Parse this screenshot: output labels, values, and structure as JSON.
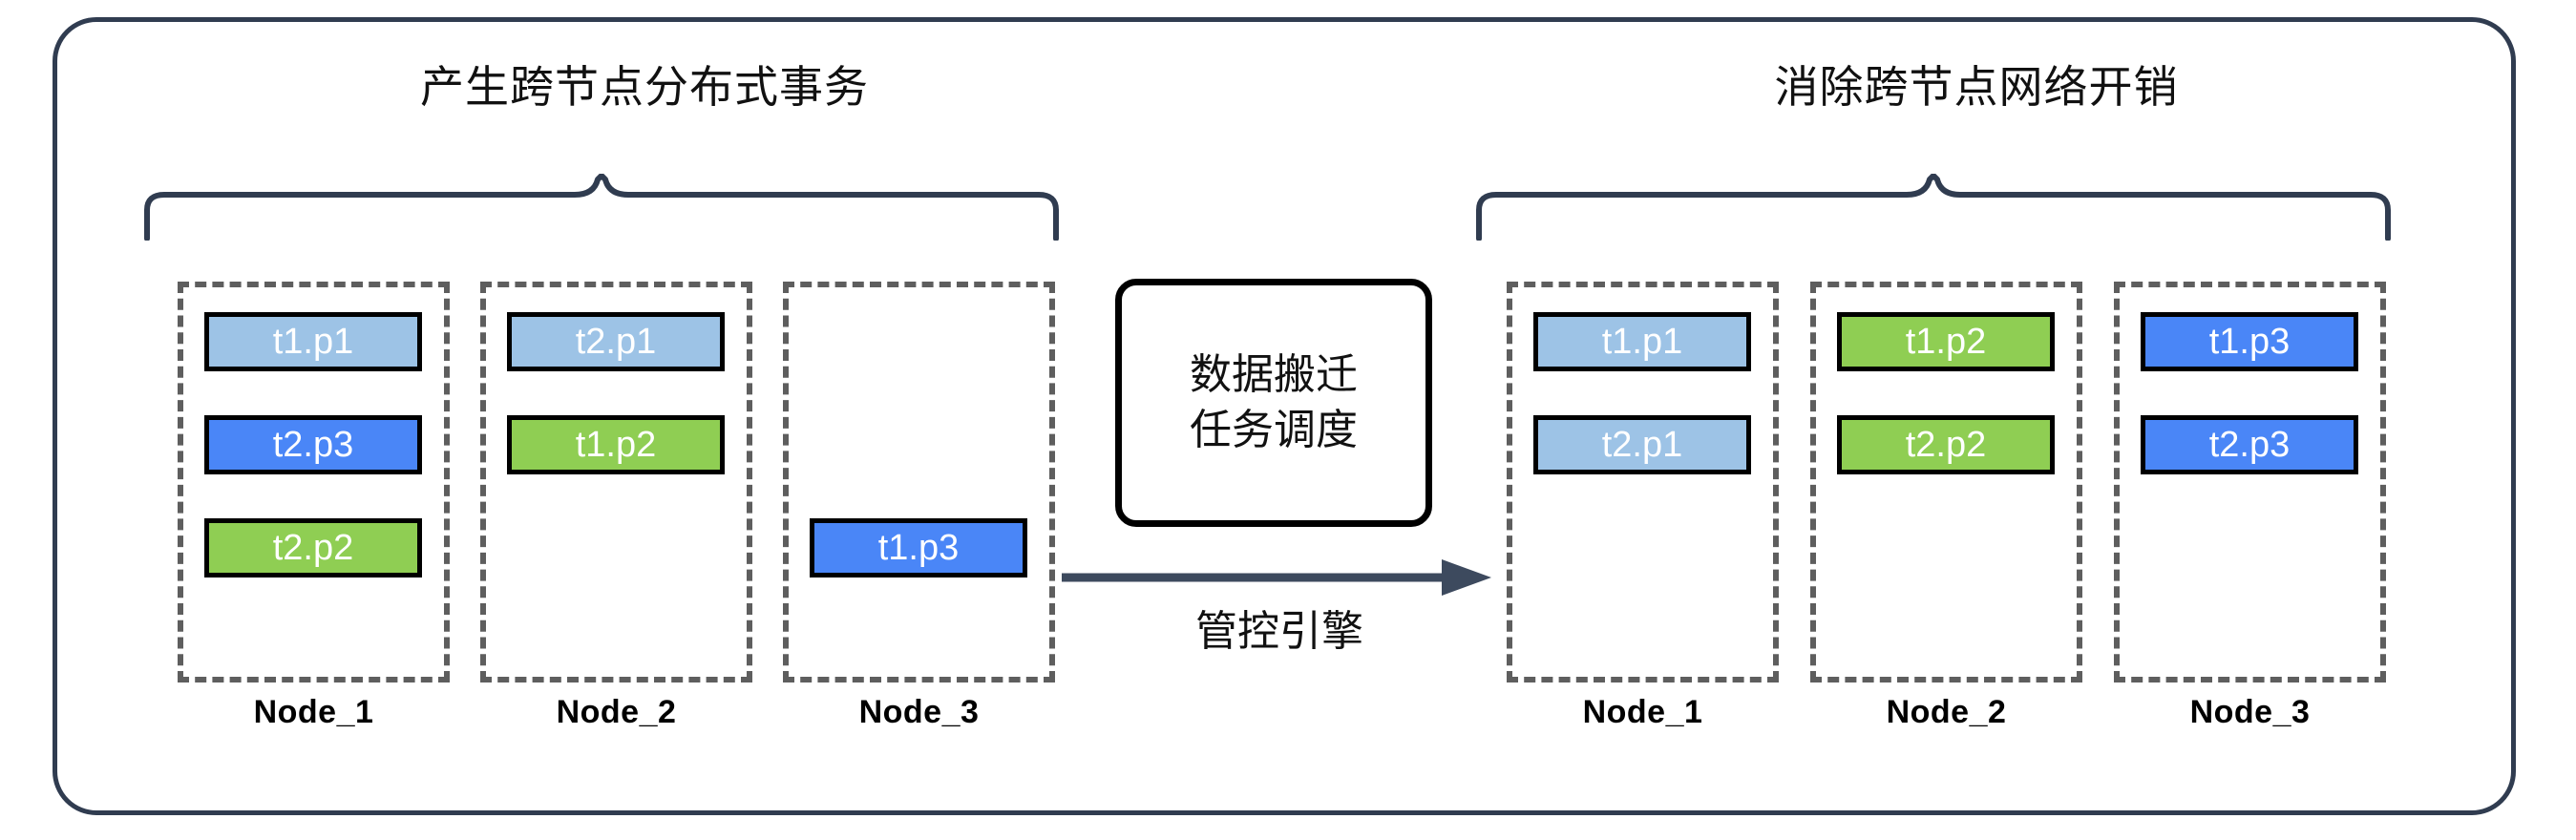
{
  "diagram": {
    "left_section": {
      "title": "产生跨节点分布式事务",
      "nodes": [
        {
          "label": "Node_1",
          "chips": [
            {
              "text": "t1.p1",
              "color": "#9dc3e6",
              "slot": 0
            },
            {
              "text": "t2.p3",
              "color": "#4a86f7",
              "slot": 1
            },
            {
              "text": "t2.p2",
              "color": "#8fce53",
              "slot": 2
            }
          ]
        },
        {
          "label": "Node_2",
          "chips": [
            {
              "text": "t2.p1",
              "color": "#9dc3e6",
              "slot": 0
            },
            {
              "text": "t1.p2",
              "color": "#8fce53",
              "slot": 1
            }
          ]
        },
        {
          "label": "Node_3",
          "chips": [
            {
              "text": "t1.p3",
              "color": "#4a86f7",
              "slot": 2
            }
          ]
        }
      ]
    },
    "right_section": {
      "title": "消除跨节点网络开销",
      "nodes": [
        {
          "label": "Node_1",
          "chips": [
            {
              "text": "t1.p1",
              "color": "#9dc3e6",
              "slot": 0
            },
            {
              "text": "t2.p1",
              "color": "#9dc3e6",
              "slot": 1
            }
          ]
        },
        {
          "label": "Node_2",
          "chips": [
            {
              "text": "t1.p2",
              "color": "#8fce53",
              "slot": 0
            },
            {
              "text": "t2.p2",
              "color": "#8fce53",
              "slot": 1
            }
          ]
        },
        {
          "label": "Node_3",
          "chips": [
            {
              "text": "t1.p3",
              "color": "#4a86f7",
              "slot": 0
            },
            {
              "text": "t2.p3",
              "color": "#4a86f7",
              "slot": 1
            }
          ]
        }
      ]
    },
    "engine": {
      "line1": "数据搬迁",
      "line2": "任务调度"
    },
    "arrow": {
      "label": "管控引擎"
    },
    "colors": {
      "frame": "#303c50",
      "brace": "#303c50",
      "node_border": "#5e5e5e",
      "chip_border": "#000000",
      "chip_light_blue": "#9dc3e6",
      "chip_blue": "#4a86f7",
      "chip_green": "#8fce53",
      "arrow": "#3d4a5e",
      "text": "#111111"
    }
  }
}
